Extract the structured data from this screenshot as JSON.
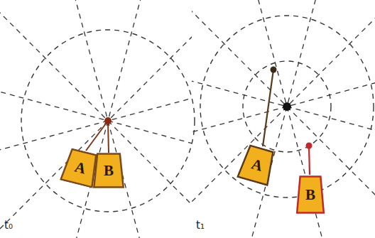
{
  "diagram": {
    "nodes": [
      {
        "text": [
          "A"
        ]
      },
      {
        "text": [
          "B"
        ]
      },
      {
        "text": [
          "A"
        ]
      },
      {
        "text": [
          "B"
        ]
      }
    ],
    "labels": [
      "t₀",
      "t₁"
    ]
  }
}
